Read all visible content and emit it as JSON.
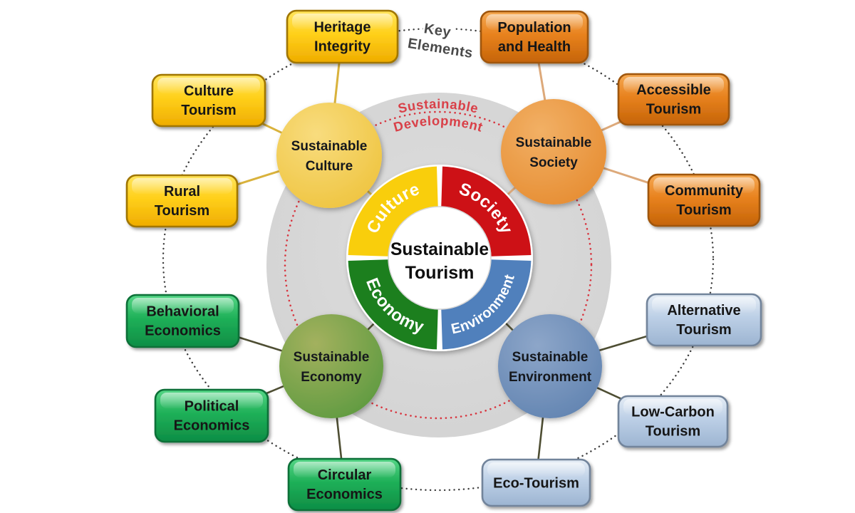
{
  "title": "Sustainable Tourism key elements diagram",
  "palette": {
    "quadrant_culture_yellow": "#F9CE0C",
    "quadrant_society_red": "#CD1116",
    "quadrant_environment_blue": "#5080BC",
    "quadrant_economy_green": "#1C7F1E",
    "hub_culture_yellow": "#EEC23A",
    "hub_society_orange": "#E58A2E",
    "hub_economy_olive_green": "#57983D",
    "hub_environment_blue": "#5E81AF",
    "box_yellow": "#FFD01A",
    "box_orange": "#E8821E",
    "box_green": "#1FB058",
    "box_light_blue": "#BCCFE6",
    "development_ring_red": "#D8353F",
    "key_elements_gray": "#4A4A4A",
    "backdrop_gray": "#D9D9D9"
  },
  "center": {
    "line1": "Sustainable",
    "line2": "Tourism"
  },
  "ring": {
    "culture": "Culture",
    "society": "Society",
    "environment": "Environment",
    "economy": "Economy"
  },
  "annotations": {
    "key_elements": {
      "line1": "Key",
      "line2": "Elements"
    },
    "sustainable_development": {
      "line1": "Sustainable",
      "line2": "Development"
    }
  },
  "hubs": {
    "culture": {
      "line1": "Sustainable",
      "line2": "Culture"
    },
    "society": {
      "line1": "Sustainable",
      "line2": "Society"
    },
    "economy": {
      "line1": "Sustainable",
      "line2": "Economy"
    },
    "environment": {
      "line1": "Sustainable",
      "line2": "Environment"
    }
  },
  "boxes": {
    "heritage_integrity": {
      "line1": "Heritage",
      "line2": "Integrity"
    },
    "population_health": {
      "line1": "Population",
      "line2": "and Health"
    },
    "culture_tourism": {
      "line1": "Culture",
      "line2": "Tourism"
    },
    "accessible_tourism": {
      "line1": "Accessible",
      "line2": "Tourism"
    },
    "rural_tourism": {
      "line1": "Rural",
      "line2": "Tourism"
    },
    "community_tourism": {
      "line1": "Community",
      "line2": "Tourism"
    },
    "behavioral_economics": {
      "line1": "Behavioral",
      "line2": "Economics"
    },
    "alternative_tourism": {
      "line1": "Alternative",
      "line2": "Tourism"
    },
    "political_economics": {
      "line1": "Political",
      "line2": "Economics"
    },
    "low_carbon_tourism": {
      "line1": "Low-Carbon",
      "line2": "Tourism"
    },
    "circular_economics": {
      "line1": "Circular",
      "line2": "Economics"
    },
    "eco_tourism": {
      "line1": "Eco-Tourism"
    }
  }
}
